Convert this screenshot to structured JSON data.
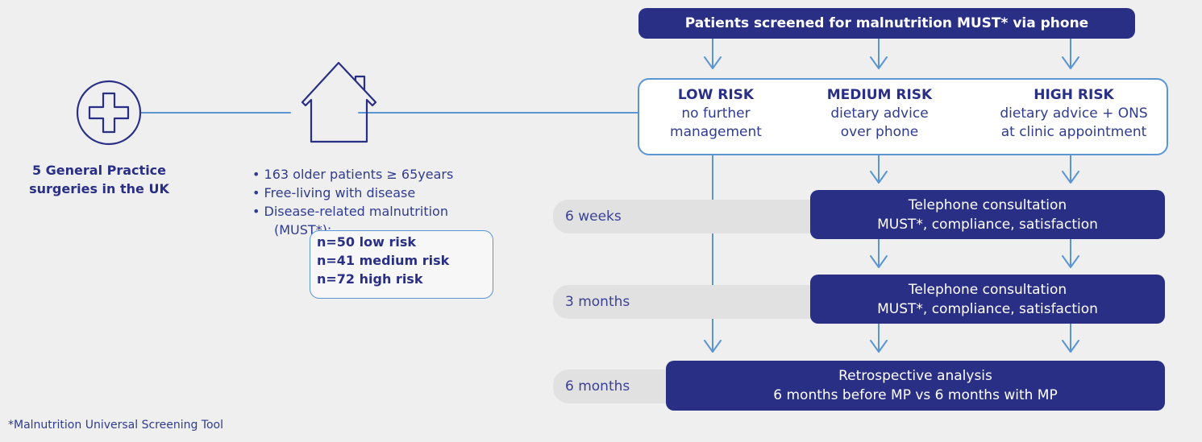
{
  "top": {
    "label": "Patients screened for malnutrition MUST* via phone"
  },
  "risks": [
    {
      "head": "LOW RISK",
      "line1": "no further",
      "line2": "management"
    },
    {
      "head": "MEDIUM RISK",
      "line1": "dietary advice",
      "line2": "over phone"
    },
    {
      "head": "HIGH RISK",
      "line1": "dietary advice + ONS",
      "line2": "at clinic appointment"
    }
  ],
  "timeline": [
    {
      "label": "6 weeks",
      "line1": "Telephone consultation",
      "line2": "MUST*, compliance, satisfaction"
    },
    {
      "label": "3 months",
      "line1": "Telephone consultation",
      "line2": "MUST*, compliance, satisfaction"
    },
    {
      "label": "6 months",
      "line1": "Retrospective analysis",
      "line2": "6 months before MP vs 6 months with MP"
    }
  ],
  "left": {
    "gp_line1": "5 General Practice",
    "gp_line2": "surgeries in the UK",
    "bullets": [
      "• 163 older patients ≥ 65years",
      "• Free-living with disease",
      "• Disease-related malnutrition"
    ],
    "must_label": "(MUST*):",
    "counts": [
      "n=50 low risk",
      "n=41 medium risk",
      "n=72 high risk"
    ]
  },
  "footnote": "*Malnutrition Universal Screening Tool",
  "icons": {
    "medical": "medical-cross-icon",
    "home": "house-icon"
  },
  "colors": {
    "navy": "#2a2f86",
    "line_blue": "#5b95d4",
    "background": "#efefef",
    "band": "#e1e1e1"
  }
}
